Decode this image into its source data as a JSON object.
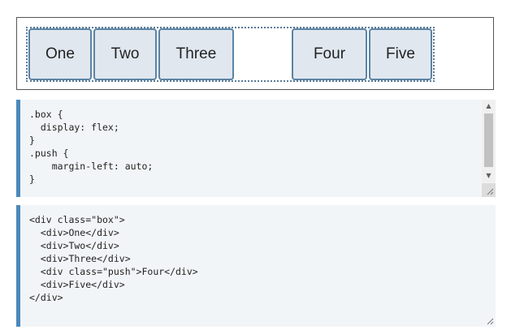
{
  "items": [
    "One",
    "Two",
    "Three",
    "Four",
    "Five"
  ],
  "css_code": [
    ".box {",
    "  display: flex;",
    "}",
    ".push {",
    "    margin-left: auto;",
    "}"
  ],
  "html_code": [
    "<div class=\"box\">",
    "  <div>One</div>",
    "  <div>Two</div>",
    "  <div>Three</div>",
    "  <div class=\"push\">Four</div>",
    "  <div>Five</div>",
    "</div>"
  ],
  "colors": {
    "accent": "#4a89bc",
    "item_bg": "#e0e7ef",
    "item_border": "#5c83a3",
    "code_bg": "#f2f5f7"
  },
  "icons": {
    "scroll_up": "▲",
    "scroll_down": "▼"
  }
}
